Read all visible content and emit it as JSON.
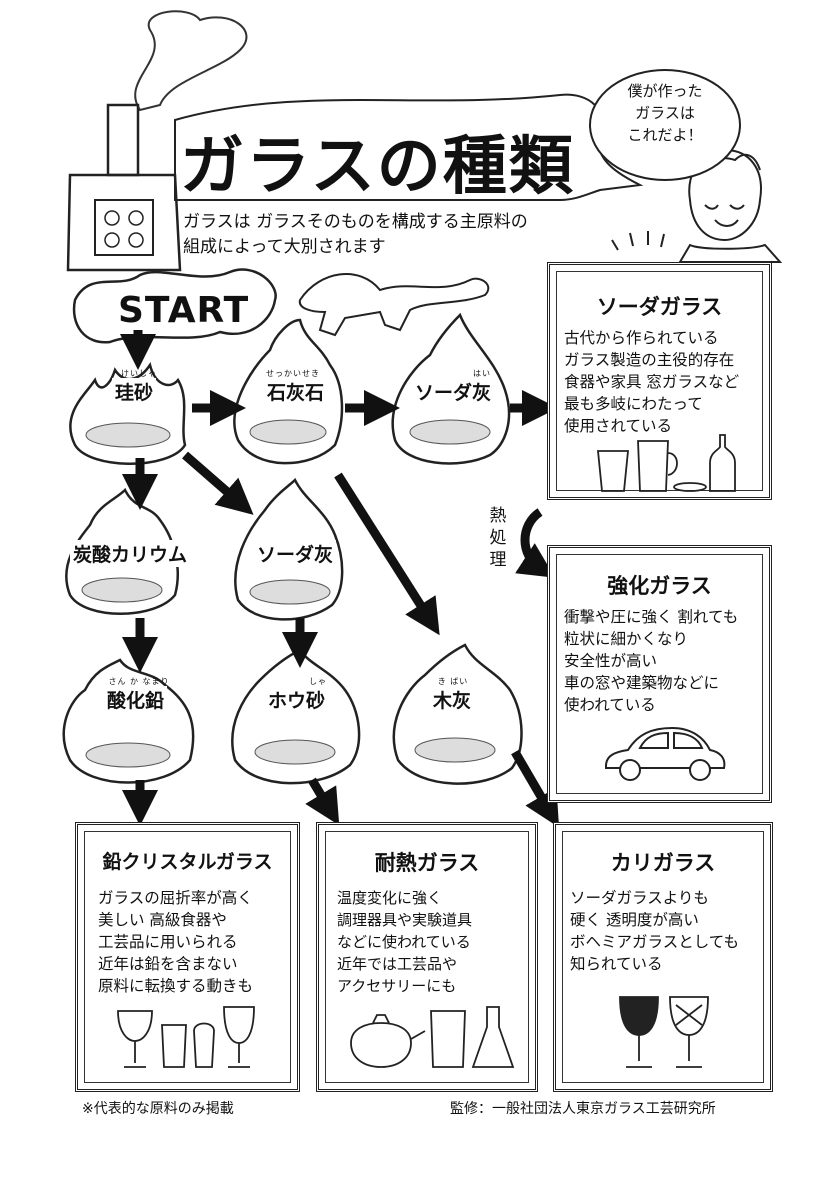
{
  "title": "ガラスの種類",
  "subtitle": "ガラスは ガラスそのものを構成する主原料の\n組成によって大別されます",
  "speech_bubble": "僕が作った\nガラスは\nこれだよ！",
  "start_label": "START",
  "nodes": {
    "keisha": {
      "label": "珪砂",
      "ruby": "けいしゃ"
    },
    "sekkaiseki": {
      "label": "石灰石",
      "ruby": "せっかいせき"
    },
    "soda1": {
      "label": "ソーダ灰",
      "ruby": "はい"
    },
    "tansan": {
      "label": "炭酸カリウム"
    },
    "soda2": {
      "label": "ソーダ灰"
    },
    "sankaen": {
      "label": "酸化鉛",
      "ruby": "さん か なまり"
    },
    "housha": {
      "label": "ホウ砂",
      "ruby": "しゃ"
    },
    "mokuhai": {
      "label": "木灰",
      "ruby": "き ばい"
    }
  },
  "heat_treatment": "熱処理",
  "boxes": {
    "soda_glass": {
      "title": "ソーダガラス",
      "body": "古代から作られている\nガラス製造の主役的存在\n食器や家具 窓ガラスなど\n最も多岐にわたって\n使用されている"
    },
    "tempered": {
      "title": "強化ガラス",
      "body": "衝撃や圧に強く 割れても\n粒状に細かくなり\n安全性が高い\n車の窓や建築物などに\n使われている"
    },
    "lead_crystal": {
      "title": "鉛クリスタルガラス",
      "body": "ガラスの屈折率が高く\n美しい 高級食器や\n工芸品に用いられる\n近年は鉛を含まない\n原料に転換する動きも"
    },
    "heat_resistant": {
      "title": "耐熱ガラス",
      "body": "温度変化に強く\n調理器具や実験道具\nなどに使われている\n近年では工芸品や\nアクセサリーにも"
    },
    "potash": {
      "title": "カリガラス",
      "body": "ソーダガラスよりも\n硬く 透明度が高い\nボヘミアガラスとしても\n知られている"
    }
  },
  "footer_left": "※代表的な原料のみ掲載",
  "footer_right": "監修：一般社団法人東京ガラス工芸研究所"
}
